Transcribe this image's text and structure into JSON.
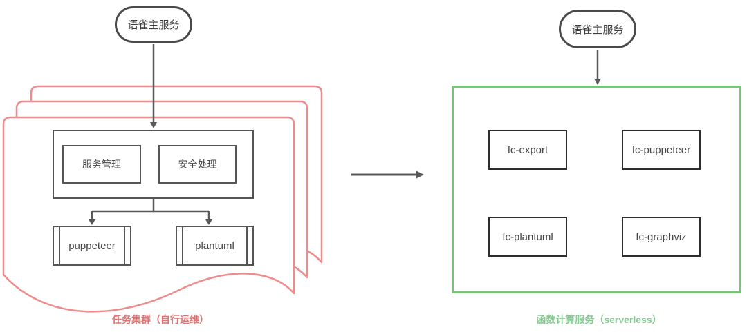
{
  "colors": {
    "salmon_border": "#ee8c8c",
    "salmon_caption": "#e37272",
    "green_border": "#79c379",
    "green_caption": "#87c992",
    "node_border_dark": "#4a4a4a",
    "inner_box_border": "#555555",
    "fc_box_border": "#2d2d2d",
    "arrow_gray": "#595959"
  },
  "left_cluster": {
    "service": "语雀主服务",
    "modules": [
      "服务管理",
      "安全处理"
    ],
    "components": [
      "puppeteer",
      "plantuml"
    ],
    "caption": "任务集群（自行运维）"
  },
  "right_cluster": {
    "service": "语雀主服务",
    "functions": [
      "fc-export",
      "fc-puppeteer",
      "fc-plantuml",
      "fc-graphviz"
    ],
    "caption": "函数计算服务（serverless）"
  }
}
